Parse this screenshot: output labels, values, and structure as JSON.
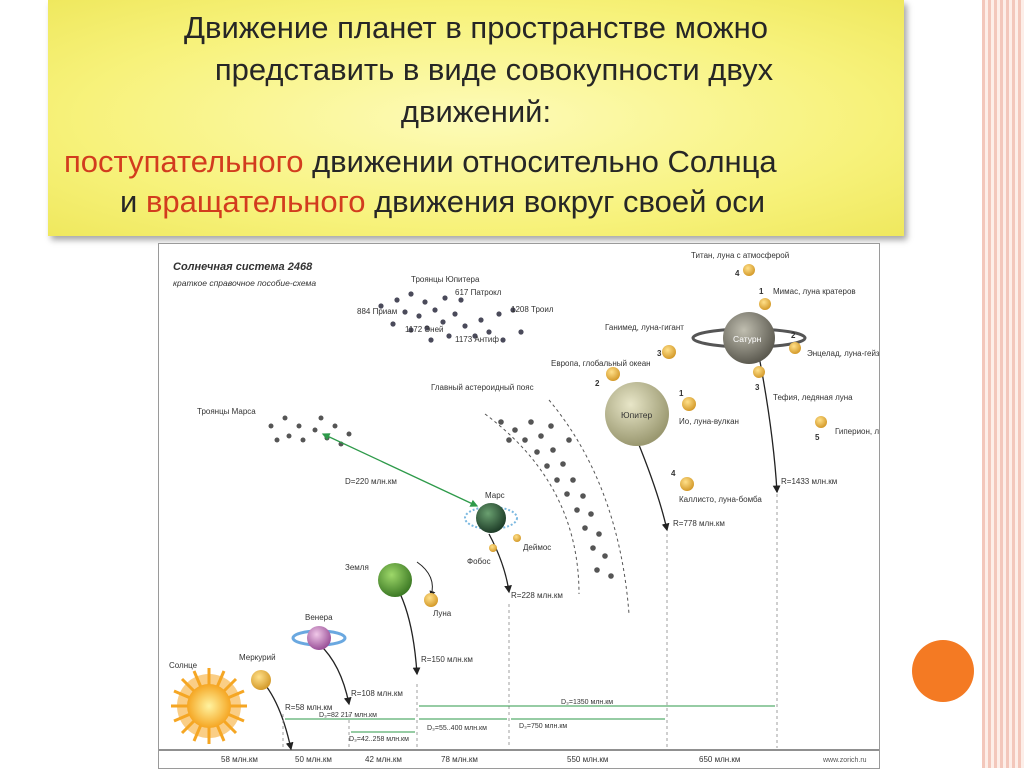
{
  "heading": {
    "line1": "Движение планет в пространстве можно",
    "line2": "представить в виде совокупности двух",
    "line3": "движений:",
    "line4_highlight": "поступательного",
    "line4_rest": " движении относительно Солнца",
    "line5_prefix": "и ",
    "line5_highlight": "вращательного",
    "line5_rest": " движения вокруг своей оси"
  },
  "diagram": {
    "title": "Солнечная система 2468",
    "subtitle": "краткое справочное пособие-схема",
    "credit": "www.zorich.ru",
    "jupiter_trojans": {
      "label": "Троянцы Юпитера",
      "items": [
        "617 Патрокл",
        "884 Приам",
        "1208 Троил",
        "1172 Эней",
        "1173 Антиф"
      ]
    },
    "belt_label": "Главный астероидный пояс",
    "mars_trojans_label": "Троянцы Марса",
    "distance_label": "D=220 млн.км",
    "planets": {
      "sun": "Солнце",
      "mercury": "Меркурий",
      "venus": "Венера",
      "earth": "Земля",
      "moon": "Луна",
      "mars": "Марс",
      "phobos": "Фобос",
      "deimos": "Деймос",
      "jupiter": "Юпитер",
      "saturn": "Сатурн"
    },
    "radii": {
      "mercury": "R=58 млн.км",
      "venus": "R=108 млн.км",
      "earth": "R=150 млн.км",
      "mars": "R=228 млн.км",
      "jupiter": "R=778 млн.км",
      "saturn": "R=1433 млн.км"
    },
    "jupiter_moons": {
      "io": "Ио, луна-вулкан",
      "europa": "Европа, глобальный океан",
      "ganymede": "Ганимед, луна-гигант",
      "callisto": "Каллисто, луна-бомба"
    },
    "saturn_moons": {
      "titan": "Титан, луна с атмосферой",
      "mimas": "Мимас, луна кратеров",
      "enceladus": "Энцелад, луна-гейзер",
      "tethys": "Тефия, ледяная луна",
      "hyperion": "Гиперион, луна-губка"
    },
    "moon_numbers": [
      "1",
      "2",
      "3",
      "4",
      "5"
    ],
    "d_labels": {
      "d_217": "D₃=82 217 млн.км",
      "d_258": "D₃=42..258 млн.км",
      "d_400": "D₃=55..400 млн.км",
      "d_750": "D₃=750 млн.км",
      "d_1350": "D₃=1350 млн.км"
    },
    "scale": [
      "58 млн.км",
      "50 млн.км",
      "42 млн.км",
      "78 млн.км",
      "550 млн.км",
      "650 млн.км"
    ]
  },
  "colors": {
    "highlight": "#d23c1e",
    "banner": "#f7f27b",
    "sun": "#f5a623",
    "accent_circle": "#f47a23",
    "distance_arrow": "#2e9a4a"
  }
}
